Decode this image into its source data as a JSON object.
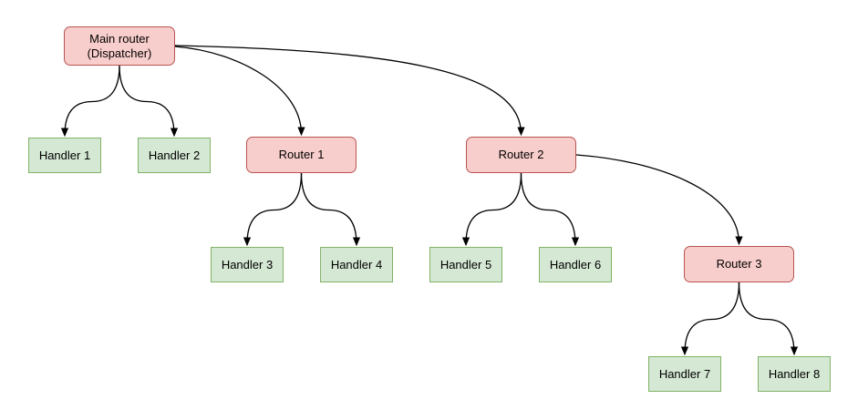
{
  "diagram": {
    "nodes": {
      "main": {
        "label": "Main router\n(Dispatcher)",
        "type": "router"
      },
      "handler1": {
        "label": "Handler 1",
        "type": "handler"
      },
      "handler2": {
        "label": "Handler 2",
        "type": "handler"
      },
      "router1": {
        "label": "Router 1",
        "type": "router"
      },
      "router2": {
        "label": "Router 2",
        "type": "router"
      },
      "handler3": {
        "label": "Handler 3",
        "type": "handler"
      },
      "handler4": {
        "label": "Handler 4",
        "type": "handler"
      },
      "handler5": {
        "label": "Handler 5",
        "type": "handler"
      },
      "handler6": {
        "label": "Handler 6",
        "type": "handler"
      },
      "router3": {
        "label": "Router 3",
        "type": "router"
      },
      "handler7": {
        "label": "Handler 7",
        "type": "handler"
      },
      "handler8": {
        "label": "Handler 8",
        "type": "handler"
      }
    },
    "edges": [
      {
        "from": "main",
        "to": "handler1"
      },
      {
        "from": "main",
        "to": "handler2"
      },
      {
        "from": "main",
        "to": "router1"
      },
      {
        "from": "main",
        "to": "router2"
      },
      {
        "from": "router1",
        "to": "handler3"
      },
      {
        "from": "router1",
        "to": "handler4"
      },
      {
        "from": "router2",
        "to": "handler5"
      },
      {
        "from": "router2",
        "to": "handler6"
      },
      {
        "from": "router2",
        "to": "router3"
      },
      {
        "from": "router3",
        "to": "handler7"
      },
      {
        "from": "router3",
        "to": "handler8"
      }
    ],
    "styles": {
      "router_fill": "#f8cecc",
      "router_stroke": "#b85450",
      "handler_fill": "#d5e8d4",
      "handler_stroke": "#82b366",
      "edge_color": "#000000",
      "text_color": "#000000",
      "background": "#ffffff"
    }
  }
}
